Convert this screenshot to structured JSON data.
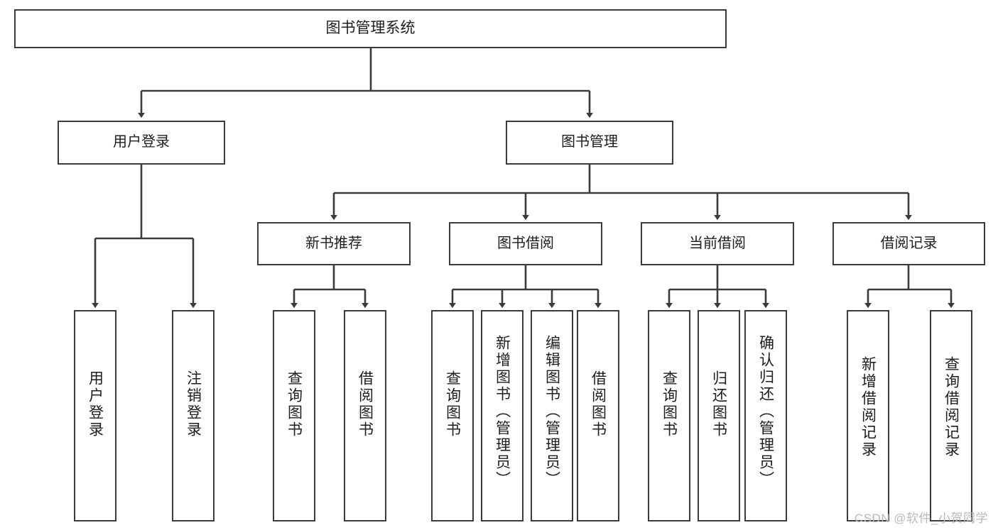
{
  "diagram": {
    "title": "图书管理系统",
    "type": "hierarchy-tree",
    "root": {
      "label": "图书管理系统"
    },
    "level2": [
      {
        "label": "用户登录"
      },
      {
        "label": "图书管理"
      }
    ],
    "level3": [
      {
        "label": "新书推荐"
      },
      {
        "label": "图书借阅"
      },
      {
        "label": "当前借阅"
      },
      {
        "label": "借阅记录"
      }
    ],
    "leaves": {
      "user_login": [
        {
          "label": "用户登录"
        },
        {
          "label": "注销登录"
        }
      ],
      "new_book_recommend": [
        {
          "label": "查询图书"
        },
        {
          "label": "借阅图书"
        }
      ],
      "book_borrow": [
        {
          "label": "查询图书"
        },
        {
          "label": "新增图书（管理员）"
        },
        {
          "label": "编辑图书（管理员）"
        },
        {
          "label": "借阅图书"
        }
      ],
      "current_borrow": [
        {
          "label": "查询图书"
        },
        {
          "label": "归还图书"
        },
        {
          "label": "确认归还（管理员）"
        }
      ],
      "borrow_record": [
        {
          "label": "新增借阅记录"
        },
        {
          "label": "查询借阅记录"
        }
      ]
    }
  },
  "watermark": {
    "text": "CSDN @软件_小贺同学"
  },
  "colors": {
    "border": "#3b3b3b",
    "background": "#ffffff",
    "text": "#1d1d1d",
    "connector": "#3b3b3b",
    "watermark": "#b9b9b9"
  }
}
